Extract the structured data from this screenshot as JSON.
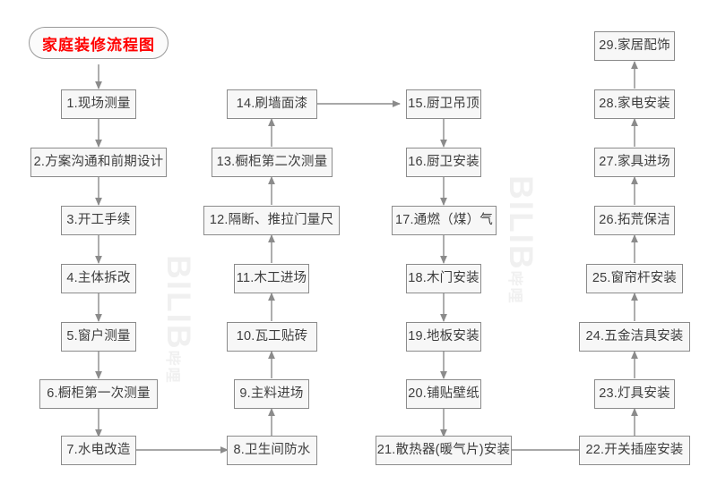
{
  "title": {
    "text": "家庭装修流程图",
    "color": "#ff0000"
  },
  "theme": {
    "node_fill": "#f7f7f7",
    "node_border": "#8b8b8b",
    "edge_color": "#8b8b8b",
    "text_color": "#3d3d3d",
    "background": "#ffffff",
    "watermark_color": "#f0f0f0"
  },
  "watermarks": [
    {
      "main": "BILIB",
      "cn": "哔哩"
    },
    {
      "main": "BILIB",
      "cn": "哔哩"
    }
  ],
  "columns": [
    {
      "name": "column-1",
      "nodes": [
        {
          "id": "n1",
          "label": "1.现场测量"
        },
        {
          "id": "n2",
          "label": "2.方案沟通和前期设计"
        },
        {
          "id": "n3",
          "label": "3.开工手续"
        },
        {
          "id": "n4",
          "label": "4.主体拆改"
        },
        {
          "id": "n5",
          "label": "5.窗户测量"
        },
        {
          "id": "n6",
          "label": "6.橱柜第一次测量"
        },
        {
          "id": "n7",
          "label": "7.水电改造"
        }
      ]
    },
    {
      "name": "column-2",
      "nodes": [
        {
          "id": "n14",
          "label": "14.刷墙面漆"
        },
        {
          "id": "n13",
          "label": "13.橱柜第二次测量"
        },
        {
          "id": "n12",
          "label": "12.隔断、推拉门量尺"
        },
        {
          "id": "n11",
          "label": "11.木工进场"
        },
        {
          "id": "n10",
          "label": "10.瓦工贴砖"
        },
        {
          "id": "n9",
          "label": "9.主料进场"
        },
        {
          "id": "n8",
          "label": "8.卫生间防水"
        }
      ]
    },
    {
      "name": "column-3",
      "nodes": [
        {
          "id": "n15",
          "label": "15.厨卫吊顶"
        },
        {
          "id": "n16",
          "label": "16.厨卫安装"
        },
        {
          "id": "n17",
          "label": "17.通燃（煤）气"
        },
        {
          "id": "n18",
          "label": "18.木门安装"
        },
        {
          "id": "n19",
          "label": "19.地板安装"
        },
        {
          "id": "n20",
          "label": "20.铺贴壁纸"
        },
        {
          "id": "n21",
          "label": "21.散热器(暖气片)安装"
        }
      ]
    },
    {
      "name": "column-4",
      "nodes": [
        {
          "id": "n29",
          "label": "29.家居配饰"
        },
        {
          "id": "n28",
          "label": "28.家电安装"
        },
        {
          "id": "n27",
          "label": "27.家具进场"
        },
        {
          "id": "n26",
          "label": "26.拓荒保洁"
        },
        {
          "id": "n25",
          "label": "25.窗帘杆安装"
        },
        {
          "id": "n24",
          "label": "24.五金洁具安装"
        },
        {
          "id": "n23",
          "label": "23.灯具安装"
        },
        {
          "id": "n22",
          "label": "22.开关插座安装"
        }
      ]
    }
  ],
  "flow_order": [
    "家庭装修流程图",
    "1.现场测量",
    "2.方案沟通和前期设计",
    "3.开工手续",
    "4.主体拆改",
    "5.窗户测量",
    "6.橱柜第一次测量",
    "7.水电改造",
    "8.卫生间防水",
    "9.主料进场",
    "10.瓦工贴砖",
    "11.木工进场",
    "12.隔断、推拉门量尺",
    "13.橱柜第二次测量",
    "14.刷墙面漆",
    "15.厨卫吊顶",
    "16.厨卫安装",
    "17.通燃（煤）气",
    "18.木门安装",
    "19.地板安装",
    "20.铺贴壁纸",
    "21.散热器(暖气片)安装",
    "22.开关插座安装",
    "23.灯具安装",
    "24.五金洁具安装",
    "25.窗帘杆安装",
    "26.拓荒保洁",
    "27.家具进场",
    "28.家电安装",
    "29.家居配饰"
  ]
}
